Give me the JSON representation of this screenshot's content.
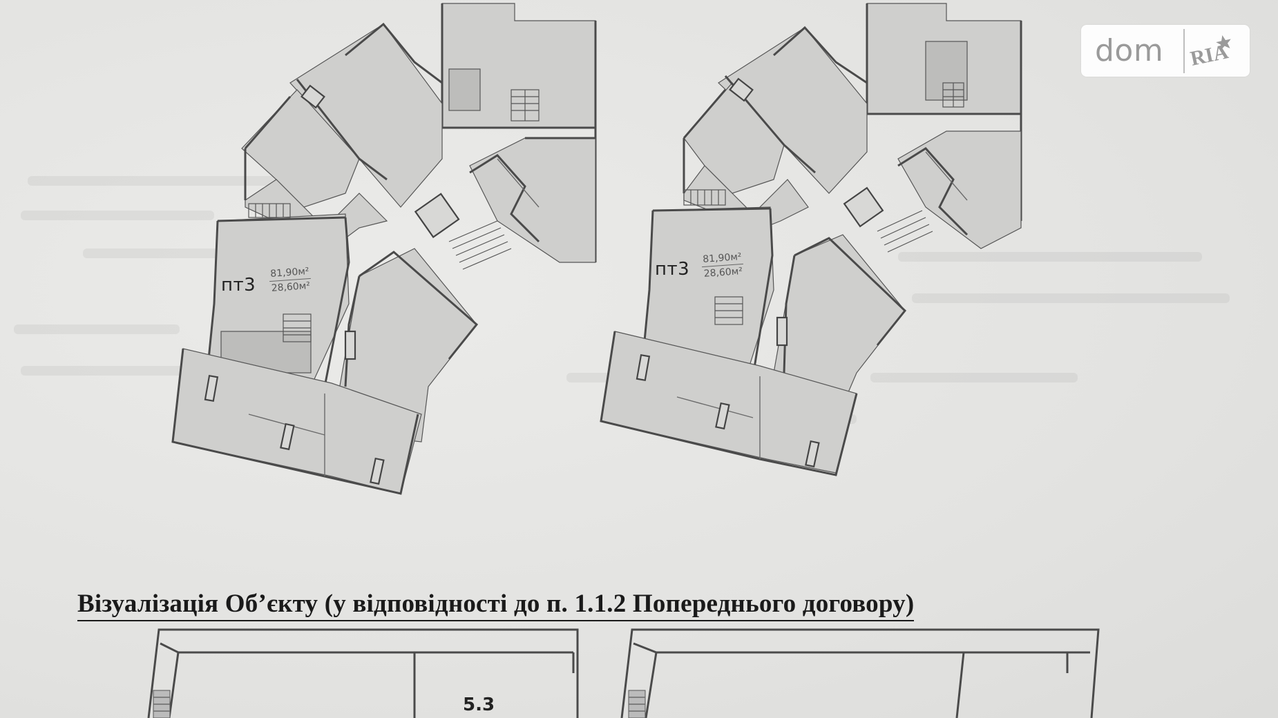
{
  "document": {
    "heading": "Візуалізація Об’єкту (у відповідності до п. 1.1.2 Попереднього договору)"
  },
  "plans": [
    {
      "unit_label": "пт3",
      "area_total": "81,90м²",
      "area_terrace": "28,60м²"
    },
    {
      "unit_label": "пт3",
      "area_total": "81,90м²",
      "area_terrace": "28,60м²"
    }
  ],
  "lower_plan": {
    "room_number": "5.3"
  },
  "watermark": {
    "word": "dom",
    "mark": "RIA",
    "icon": "dom-ria-logo-icon"
  },
  "colors": {
    "paper": "#e6e6e4",
    "ink": "#1a1a1a",
    "plan_fill": "#cfcfcd"
  }
}
